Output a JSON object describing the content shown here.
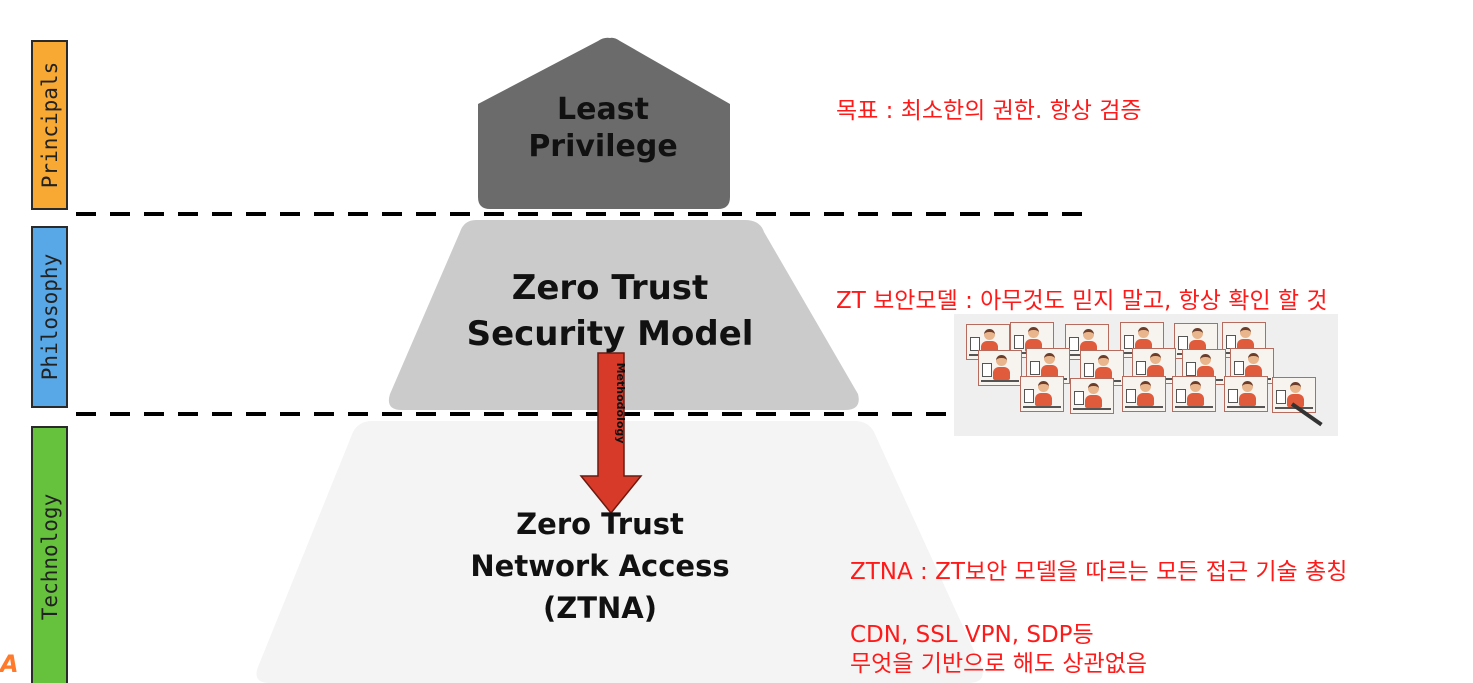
{
  "tiers": [
    {
      "label": "Principals",
      "color": "#f7a934"
    },
    {
      "label": "Philosophy",
      "color": "#58a8e8"
    },
    {
      "label": "Technology",
      "color": "#66c23c"
    }
  ],
  "pyramid": {
    "top": {
      "line1": "Least",
      "line2": "Privilege",
      "color": "#6b6b6b"
    },
    "middle": {
      "line1": "Zero Trust",
      "line2": "Security Model",
      "color": "#cbcbcb"
    },
    "bottom": {
      "line1": "Zero Trust",
      "line2": "Network Access",
      "line3": "(ZTNA)",
      "color": "#f4f4f4"
    },
    "arrow_label": "Methodology",
    "arrow_color": "#d83a2a"
  },
  "notes": {
    "principals": "목표 : 최소한의 권한. 항상 검증",
    "philosophy": "ZT 보안모델 : 아무것도 믿지 말고, 항상 확인 할 것",
    "ztna": "ZTNA : ZT보안 모델을 따르는 모든 접근 기술 총칭",
    "ztna_examples_line1": "CDN, SSL VPN, SDP등",
    "ztna_examples_line2": "무엇을 기반으로 해도 상관없음",
    "color": "#ff1a1a"
  },
  "corner_mark": "A"
}
